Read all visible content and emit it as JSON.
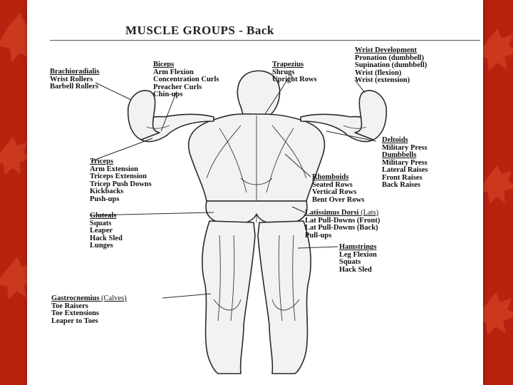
{
  "title": "MUSCLE GROUPS - Back",
  "groups": {
    "wrist": {
      "name": "Wrist Development",
      "exercises": [
        "Pronation (dumbbell)",
        "Supination (dumbbell)",
        "Wrist (flexion)",
        "Wrist (extension)"
      ]
    },
    "brachioradialis": {
      "name": "Brachioradialis",
      "exercises": [
        "Wrist Rollers",
        "Barbell Rollers"
      ]
    },
    "biceps": {
      "name": "Biceps",
      "exercises": [
        "Arm Flexion",
        "Concentration Curls",
        "Preacher Curls",
        "Chin-ups"
      ]
    },
    "trapezius": {
      "name": "Trapezius",
      "exercises": [
        "Shrugs",
        "Upright Rows"
      ]
    },
    "deltoids": {
      "name": "Deltoids",
      "exercises": [
        "Military Press"
      ]
    },
    "dumbbells": {
      "name": "Dumbbells",
      "exercises": [
        "Military Press",
        "Lateral Raises",
        "Front Raises",
        "Back Raises"
      ]
    },
    "triceps": {
      "name": "Triceps",
      "exercises": [
        "Arm Extension",
        "Triceps Extension",
        "Tricep Push Downs",
        "Kickbacks",
        "Push-ups"
      ]
    },
    "rhomboids": {
      "name": "Rhomboids",
      "exercises": [
        "Seated Rows",
        "Vertical Rows",
        "Bent Over Rows"
      ]
    },
    "gluteals": {
      "name": "Gluteals",
      "exercises": [
        "Squats",
        "Leaper",
        "Hack Sled",
        "Lunges"
      ]
    },
    "lats": {
      "name": "Latissimus Dorsi",
      "suffix": " (Lats)",
      "exercises": [
        "Lat Pull-Downs (Front)",
        "Lat Pull-Downs (Back)",
        "Pull-ups"
      ]
    },
    "hamstrings": {
      "name": "Hamstrings",
      "exercises": [
        "Leg Flexion",
        "Squats",
        "Hack Sled"
      ]
    },
    "calves": {
      "name": "Gastrocnemius",
      "suffix": " (Calves)",
      "exercises": [
        "Toe Raisers",
        "Toe Extensions",
        "Leaper to Toes"
      ]
    }
  },
  "colors": {
    "background": "#b8220f",
    "leaf": "#d8462a",
    "paper": "#ffffff",
    "ink": "#222222"
  }
}
